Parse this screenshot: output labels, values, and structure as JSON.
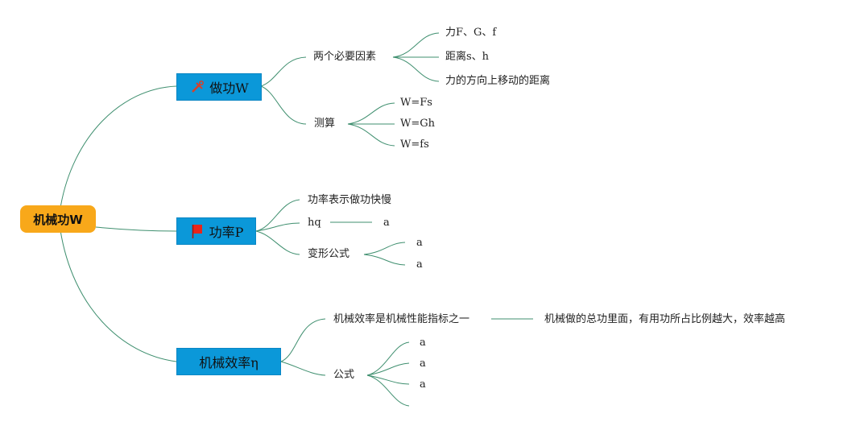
{
  "root": {
    "label": "机械功W"
  },
  "branches": [
    {
      "label": "做功W",
      "icon": "tools-icon",
      "children": [
        {
          "label": "两个必要因素",
          "children": [
            "力F、G、f",
            "距离s、h",
            "力的方向上移动的距离"
          ]
        },
        {
          "label": "测算",
          "children": [
            "W=Fs",
            "W=Gh",
            "W=fs"
          ]
        }
      ]
    },
    {
      "label": "功率P",
      "icon": "red-flag-icon",
      "children": [
        {
          "label": "功率表示做功快慢"
        },
        {
          "label": "hq",
          "right": "a"
        },
        {
          "label": "变形公式",
          "children": [
            "a",
            "a"
          ]
        }
      ]
    },
    {
      "label": "机械效率η",
      "icon": "",
      "children": [
        {
          "label": "机械效率是机械性能指标之一",
          "right": "机械做的总功里面，有用功所占比例越大，效率越高"
        },
        {
          "label": "公式",
          "children": [
            "a",
            "a",
            "a",
            ""
          ]
        }
      ]
    }
  ],
  "colors": {
    "root": "#f8a81a",
    "branch": "#0b98d9",
    "line": "#3f8f6f",
    "flag": "#e8251b",
    "tool": "#d6402a"
  }
}
